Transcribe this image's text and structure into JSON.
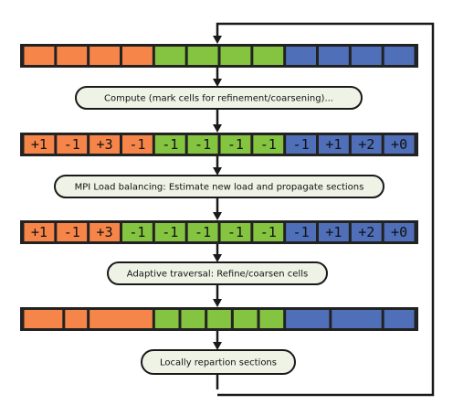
{
  "colors": {
    "orange": "#f58549",
    "green": "#84c441",
    "blue": "#4f6fb8",
    "stroke": "#1a1a1a",
    "box_fill": "#eef3e6",
    "line": "#1a1a1a"
  },
  "rows": [
    {
      "cells": [
        {
          "c": "orange",
          "t": ""
        },
        {
          "c": "orange",
          "t": ""
        },
        {
          "c": "orange",
          "t": ""
        },
        {
          "c": "orange",
          "t": ""
        },
        {
          "c": "green",
          "t": ""
        },
        {
          "c": "green",
          "t": ""
        },
        {
          "c": "green",
          "t": ""
        },
        {
          "c": "green",
          "t": ""
        },
        {
          "c": "blue",
          "t": ""
        },
        {
          "c": "blue",
          "t": ""
        },
        {
          "c": "blue",
          "t": ""
        },
        {
          "c": "blue",
          "t": ""
        }
      ]
    },
    {
      "cells": [
        {
          "c": "orange",
          "t": "+1"
        },
        {
          "c": "orange",
          "t": "-1"
        },
        {
          "c": "orange",
          "t": "+3"
        },
        {
          "c": "orange",
          "t": "-1"
        },
        {
          "c": "green",
          "t": "-1"
        },
        {
          "c": "green",
          "t": "-1"
        },
        {
          "c": "green",
          "t": "-1"
        },
        {
          "c": "green",
          "t": "-1"
        },
        {
          "c": "blue",
          "t": "-1"
        },
        {
          "c": "blue",
          "t": "+1"
        },
        {
          "c": "blue",
          "t": "+2"
        },
        {
          "c": "blue",
          "t": "+0"
        }
      ]
    },
    {
      "cells": [
        {
          "c": "orange",
          "t": "+1"
        },
        {
          "c": "orange",
          "t": "-1"
        },
        {
          "c": "orange",
          "t": "+3"
        },
        {
          "c": "green",
          "t": "-1"
        },
        {
          "c": "green",
          "t": "-1"
        },
        {
          "c": "green",
          "t": "-1"
        },
        {
          "c": "green",
          "t": "-1"
        },
        {
          "c": "green",
          "t": "-1"
        },
        {
          "c": "blue",
          "t": "-1"
        },
        {
          "c": "blue",
          "t": "+1"
        },
        {
          "c": "blue",
          "t": "+2"
        },
        {
          "c": "blue",
          "t": "+0"
        }
      ]
    },
    {
      "cells": [
        {
          "c": "orange",
          "t": "",
          "w": 1.25
        },
        {
          "c": "orange",
          "t": "",
          "w": 0.75
        },
        {
          "c": "orange",
          "t": "",
          "w": 2
        },
        {
          "c": "green",
          "t": "",
          "w": 0.8
        },
        {
          "c": "green",
          "t": "",
          "w": 0.8
        },
        {
          "c": "green",
          "t": "",
          "w": 0.8
        },
        {
          "c": "green",
          "t": "",
          "w": 0.8
        },
        {
          "c": "green",
          "t": "",
          "w": 0.8
        },
        {
          "c": "blue",
          "t": "",
          "w": 1.4
        },
        {
          "c": "blue",
          "t": "",
          "w": 1.6
        },
        {
          "c": "blue",
          "t": "",
          "w": 1
        }
      ]
    }
  ],
  "steps": [
    {
      "label": "Compute (mark cells for refinement/coarsening)..."
    },
    {
      "label": "MPI Load balancing: Estimate new load and propagate sections"
    },
    {
      "label": "Adaptive traversal: Refine/coarsen cells"
    },
    {
      "label": "Locally repartion sections"
    }
  ]
}
